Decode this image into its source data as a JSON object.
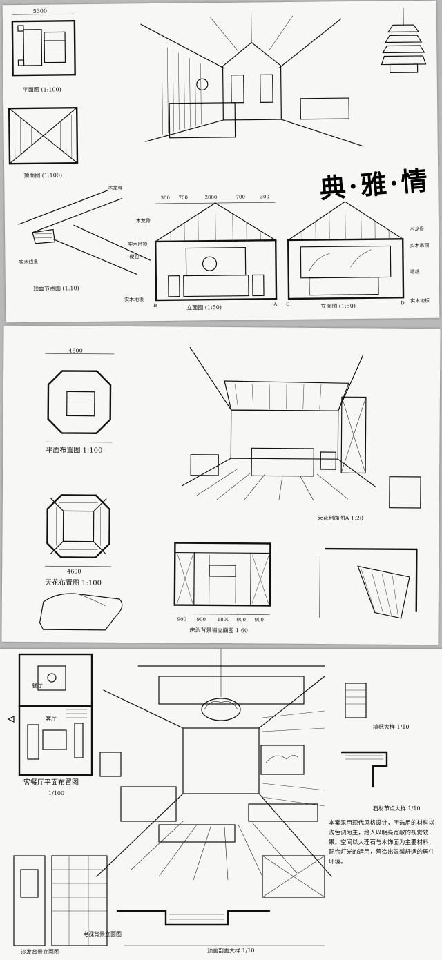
{
  "sheets": [
    {
      "calligraphy": "典·雅·情",
      "drawings": {
        "plan": {
          "caption": "平面图 (1:100)",
          "dim": "5300"
        },
        "ceiling_plan": {
          "caption": "顶面图 (1:100)"
        },
        "detail": {
          "caption": "顶面节点图 (1:10)",
          "callout_top": "木龙骨",
          "callout_bottom": "实木线条"
        },
        "elevation_b": {
          "caption": "立面图 (1:50)",
          "dims": [
            "300",
            "700",
            "2000",
            "700",
            "300"
          ],
          "callouts": [
            "木龙骨",
            "实木吊顶",
            "硬包"
          ],
          "left_mark": "B",
          "right_mark": "A",
          "floor": "实木地板"
        },
        "elevation_d": {
          "caption": "立面图 (1:50)",
          "callouts": [
            "木龙骨",
            "实木吊顶",
            "墙纸",
            "实木地板"
          ],
          "left_mark": "C",
          "right_mark": "D"
        }
      }
    },
    {
      "drawings": {
        "plan": {
          "caption": "平面布置图 1:100",
          "dim": "4600"
        },
        "ceiling": {
          "caption": "天花布置图 1:100",
          "dim": "4600"
        },
        "elevation": {
          "caption": "床头背景墙立面图 1:60",
          "dims": [
            "900",
            "900",
            "1800",
            "900",
            "900"
          ]
        },
        "section": {
          "caption": "天花剖面图A 1:20"
        }
      }
    },
    {
      "drawings": {
        "plan": {
          "caption": "客餐厅平面布置图",
          "scale": "1/100",
          "room_top": "餐厅",
          "room_bottom": "客厅"
        },
        "node": {
          "caption": "石材节点大样 1/10"
        },
        "wall_section": {
          "caption": "墙纸大样 1/10"
        },
        "elev_left": {
          "caption": "沙发背景立面图"
        },
        "elev_mid": {
          "caption": "电视背景立面图"
        },
        "bottom_section": {
          "caption": "顶面剖面大样 1/10"
        },
        "notes": "本案采用现代风格设计，所选用的材料以浅色调为主，给人以明亮宽敞的视觉效果。空间以大理石与木饰面为主要材料，配合灯光的运用，营造出温馨舒适的居住环境。"
      }
    }
  ]
}
